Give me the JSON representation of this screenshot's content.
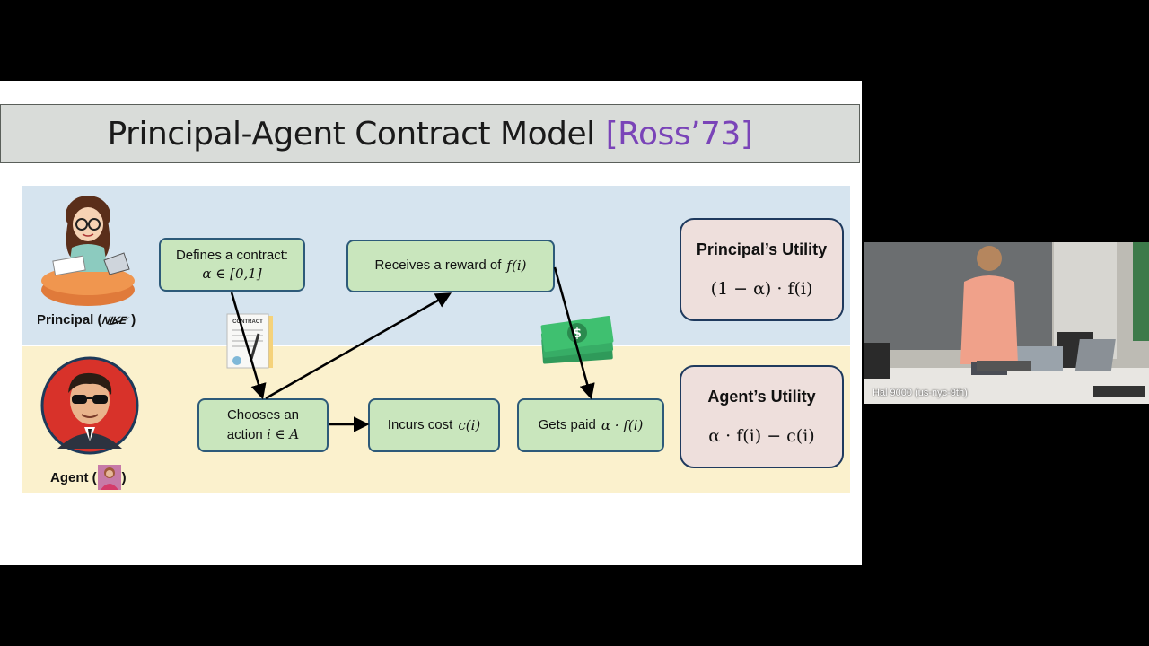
{
  "slide": {
    "title_main": "Principal-Agent Contract Model",
    "title_cite": "[Ross’73]",
    "principal_label_prefix": "Principal (",
    "principal_brand": "NIKE",
    "principal_label_suffix": ")",
    "agent_label_prefix": "Agent (",
    "agent_label_suffix": ")",
    "contract_doc_label": "CONTRACT",
    "boxes": {
      "define_line1": "Defines a contract:",
      "define_line2": "α ∈ [0,1]",
      "reward_text": "Receives a reward of",
      "reward_math": "f(i)",
      "choose_line1": "Chooses an",
      "choose_line2_text": "action",
      "choose_line2_math": "i ∈ A",
      "cost_text": "Incurs cost",
      "cost_math": "c(i)",
      "paid_text": "Gets paid",
      "paid_math": "α · f(i)"
    },
    "principal_utility": {
      "heading": "Principal’s Utility",
      "formula": "(1 − α) · f(i)"
    },
    "agent_utility": {
      "heading": "Agent’s Utility",
      "formula": "α · f(i) − c(i)"
    },
    "money_symbol": "$"
  },
  "video": {
    "participant_name": "Hal 9000 (us-nyc-9th)"
  },
  "colors": {
    "top_band": "#d6e4ef",
    "bottom_band": "#fbf1cd",
    "box_fill": "#c9e6bd",
    "box_border": "#2d5a79",
    "utility_fill": "#eedfdc",
    "citation": "#7a44b8"
  }
}
